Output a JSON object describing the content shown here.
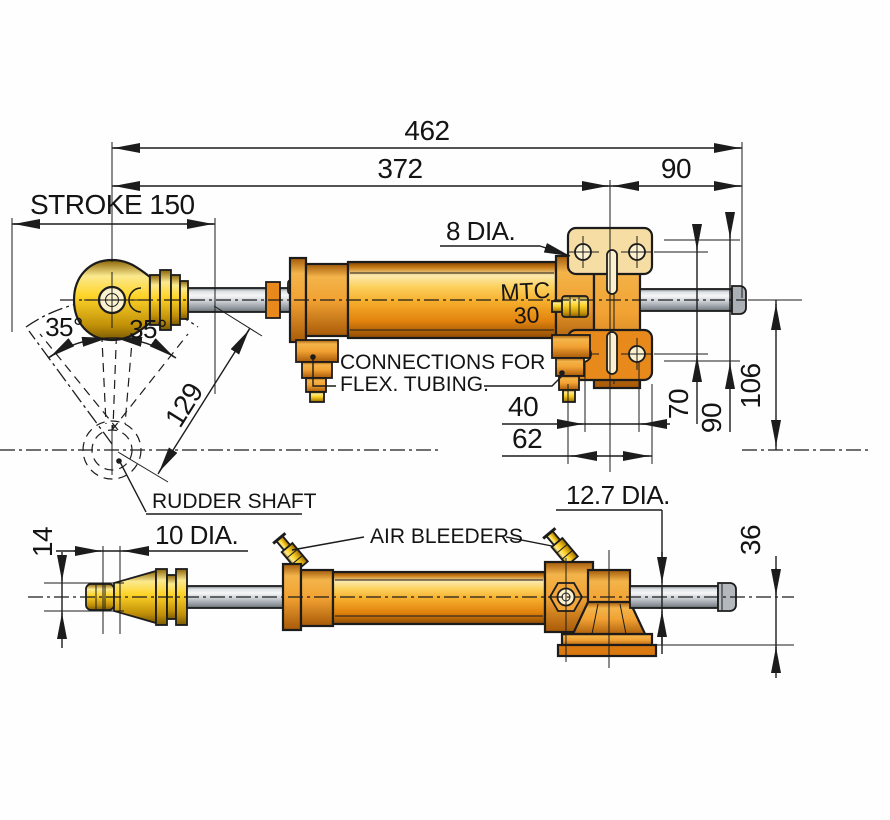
{
  "title": "Hydraulic steering cylinder technical drawing",
  "model": {
    "line1": "MTC",
    "line2": "30"
  },
  "dims": {
    "overall": "462",
    "to_bracket": "372",
    "bracket_overhang": "90",
    "stroke": "STROKE 150",
    "mount_hole_dia": "8 DIA.",
    "swing_left": "35°",
    "swing_right": "35°",
    "tiller_radius": "129",
    "hole_spacing": "40",
    "bracket_width": "62",
    "hole_row_spacing": "70",
    "bracket_height": "90",
    "center_height": "106",
    "clevis_width": "14",
    "clevis_pin_dia": "10 DIA.",
    "rod_dia": "12.7 DIA.",
    "base_to_center": "36"
  },
  "labels": {
    "connections_line1": "CONNECTIONS FOR",
    "connections_line2": "FLEX. TUBING.",
    "rudder_shaft": "RUDDER SHAFT",
    "air_bleeders": "AIR BLEEDERS"
  },
  "colors": {
    "cylinder_amber": "#f6ae2c",
    "gold": "#ffd428",
    "rod_gray": "#c3c8cd",
    "plate_cream": "#f6dda4",
    "outline": "#1c1c1c"
  }
}
